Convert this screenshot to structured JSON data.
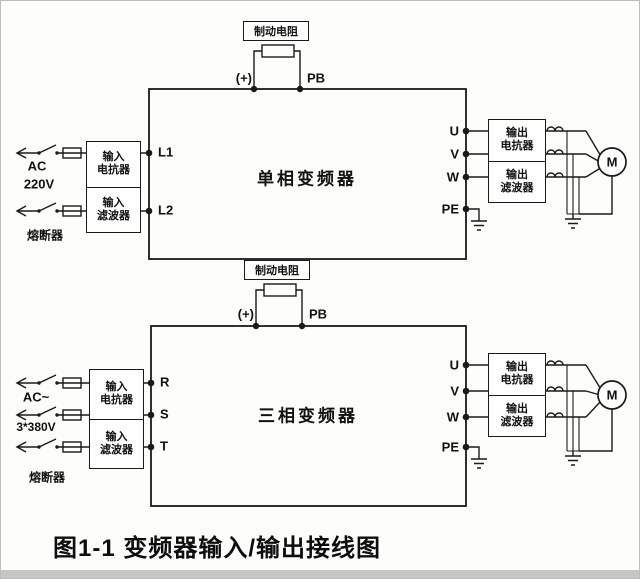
{
  "caption": "图1-1 变频器输入/输出接线图",
  "diagrams": {
    "single_phase": {
      "title": "单相变频器",
      "brake_resistor": "制动电阻",
      "dc_plus": "(+)",
      "pb": "PB",
      "supply_line1": "AC",
      "supply_line2": "220V",
      "fuse_label": "熔断器",
      "input_unit": {
        "reactor": "输入\n电抗器",
        "filter": "输入\n滤波器"
      },
      "output_unit": {
        "reactor": "输出\n电抗器",
        "filter": "输出\n滤波器"
      },
      "terminals_in": {
        "t1": "L1",
        "t2": "L2"
      },
      "terminals_out": {
        "u": "U",
        "v": "V",
        "w": "W",
        "pe": "PE"
      },
      "motor": "M"
    },
    "three_phase": {
      "title": "三相变频器",
      "brake_resistor": "制动电阻",
      "dc_plus": "(+)",
      "pb": "PB",
      "supply_line1": "AC~",
      "supply_line2": "3*380V",
      "fuse_label": "熔断器",
      "input_unit": {
        "reactor": "输入\n电抗器",
        "filter": "输入\n滤波器"
      },
      "output_unit": {
        "reactor": "输出\n电抗器",
        "filter": "输出\n滤波器"
      },
      "terminals_in": {
        "t1": "R",
        "t2": "S",
        "t3": "T"
      },
      "terminals_out": {
        "u": "U",
        "v": "V",
        "w": "W",
        "pe": "PE"
      },
      "motor": "M"
    }
  }
}
